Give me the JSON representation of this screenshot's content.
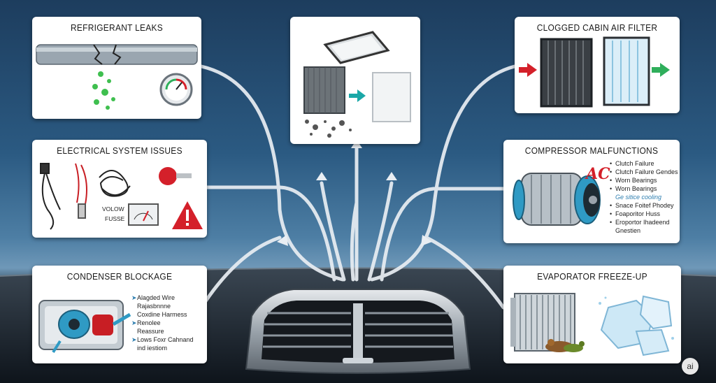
{
  "cards": {
    "refrigerant": {
      "title": "REFRIGERANT LEAKS"
    },
    "filter_center": {
      "title": ""
    },
    "cabin_filter": {
      "title": "CLOGGED CABIN AIR FILTER"
    },
    "electrical": {
      "title": "ELECTRICAL SYSTEM ISSUES",
      "volt_label": "VOLOW",
      "fuse_label": "FUSSE"
    },
    "compressor": {
      "title": "COMPRESSOR MALFUNCTIONS",
      "logo_text": "AC",
      "items": [
        "Clutch Failure",
        "Clutch Failure Gendes",
        "Worn Bearings",
        "Worn Bearings",
        "Ge sitice cooling",
        "Snace Foitef Phodey",
        "Foaporitor Huss",
        "Eroportor Ihadeend",
        "Gnestien"
      ]
    },
    "condenser": {
      "title": "CONDENSER BLOCKAGE",
      "items": [
        "Alagded Wire",
        "Rajasbnnne",
        "Coxdine Harmess",
        "Renolee",
        "Reassure",
        "Lows Foxr Cahnand",
        "ind iestiom"
      ]
    },
    "evaporator": {
      "title": "EVAPORATOR FREEZE-UP"
    }
  },
  "badge": {
    "label": "ai"
  },
  "colors": {
    "accent_red": "#d4202a",
    "accent_teal": "#1aa7a7",
    "accent_green": "#2fae5b",
    "card_bg": "#ffffff"
  }
}
